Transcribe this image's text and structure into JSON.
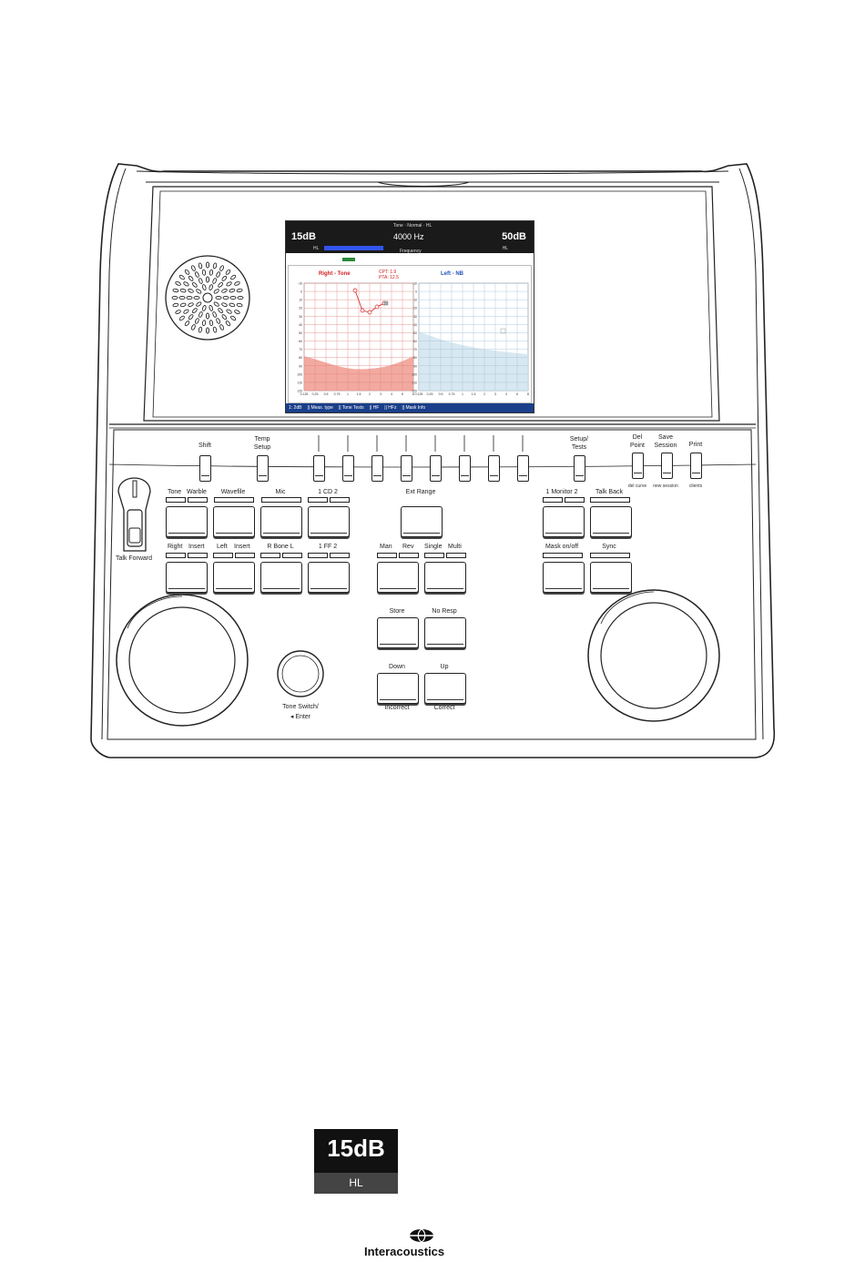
{
  "screen": {
    "header_title": "Tone · Normal · HL",
    "left_level": "15dB",
    "frequency": "4000 Hz",
    "right_level": "50dB",
    "left_unit": "HL",
    "right_unit": "HL",
    "frequency_label": "Frequency",
    "right_panel_title": "Right - Tone",
    "right_panel_info1": "CPT: 1.9",
    "right_panel_info2": "PTA: 12.5",
    "left_panel_title": "Left - NB",
    "footer_items": [
      "1: 2dB",
      "Meas. type",
      "Tone Tests",
      "HF",
      "HFz",
      "Mask Info"
    ],
    "y_ticks": [
      "-10",
      "0",
      "10",
      "20",
      "30",
      "40",
      "50",
      "60",
      "70",
      "80",
      "90",
      "100",
      "110",
      "120"
    ],
    "x_ticks": [
      "0.125",
      "0.25",
      "0.5",
      "0.75",
      "1",
      "1.5",
      "2",
      "3",
      "4",
      "6",
      "8"
    ]
  },
  "labels": {
    "shift": "Shift",
    "temp_setup_1": "Temp",
    "temp_setup_2": "Setup",
    "setup_tests_1": "Setup/",
    "setup_tests_2": "Tests",
    "del_point_1": "Del",
    "del_point_2": "Point",
    "save_session_1": "Save",
    "save_session_2": "Session",
    "print": "Print",
    "del_curve": "del curve",
    "new_session": "new session",
    "clients": "clients",
    "tone": "Tone",
    "warble": "Warble",
    "wavefile": "Wavefile",
    "mic": "Mic",
    "cd": "1  CD  2",
    "ext_range": "Ext Range",
    "monitor": "1 Monitor 2",
    "talk_back": "Talk Back",
    "talk_forward": "Talk Forward",
    "right": "Right",
    "insert1": "Insert",
    "left": "Left",
    "insert2": "Insert",
    "r_bone_l": "R Bone L",
    "ff": "1   FF   2",
    "man": "Man",
    "rev": "Rev",
    "single": "Single",
    "multi": "Multi",
    "mask_onoff": "Mask on/off",
    "sync": "Sync",
    "store": "Store",
    "no_resp": "No Resp",
    "down": "Down",
    "up": "Up",
    "incorrect": "Incorrect",
    "correct": "Correct",
    "tone_switch_1": "Tone Switch/",
    "tone_switch_2": "◂ Enter"
  },
  "readout": {
    "value": "15dB",
    "unit": "HL"
  },
  "brand": "Interacoustics",
  "colors": {
    "right_ear": "#cc2222",
    "left_ear": "#2255bb",
    "screen_header": "#1a1a1a",
    "footer": "#1a3f8a"
  }
}
